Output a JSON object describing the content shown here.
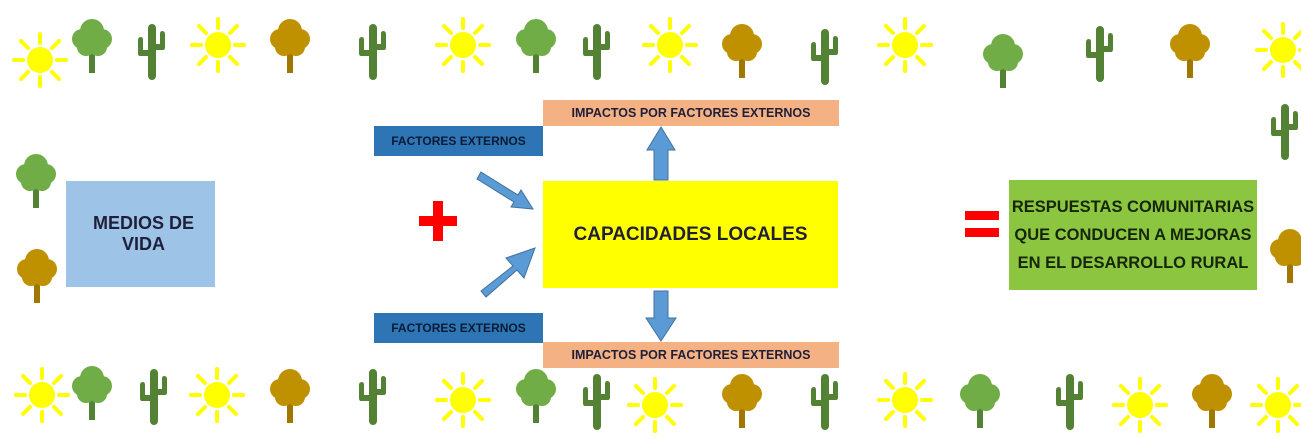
{
  "diagram": {
    "medios_de_vida": "MEDIOS DE VIDA",
    "capacidades_locales": "CAPACIDADES LOCALES",
    "impactos_top": "IMPACTOS POR FACTORES EXTERNOS",
    "impactos_bottom": "IMPACTOS POR FACTORES EXTERNOS",
    "factores_top": "FACTORES EXTERNOS",
    "factores_bottom": "FACTORES EXTERNOS",
    "respuestas": {
      "line1": "RESPUESTAS COMUNITARIAS",
      "line2": "QUE CONDUCEN A MEJORAS",
      "line3": "EN EL DESARROLLO RURAL"
    },
    "plus_symbol": "+",
    "equals_symbol": "="
  },
  "colors": {
    "medios": "#9dc3e6",
    "capacidades": "#ffff00",
    "impactos": "#f4b183",
    "factores": "#2e75b6",
    "respuestas": "#8cc641",
    "arrow": "#5b9bd5",
    "plus": "#ff0000",
    "sun": "#ffff00",
    "tree_light": "#70ad47",
    "tree_dark": "#bf9000",
    "cactus": "#548235"
  },
  "decorations": {
    "icons": [
      "sun-icon",
      "tree-icon",
      "cactus-icon"
    ]
  }
}
